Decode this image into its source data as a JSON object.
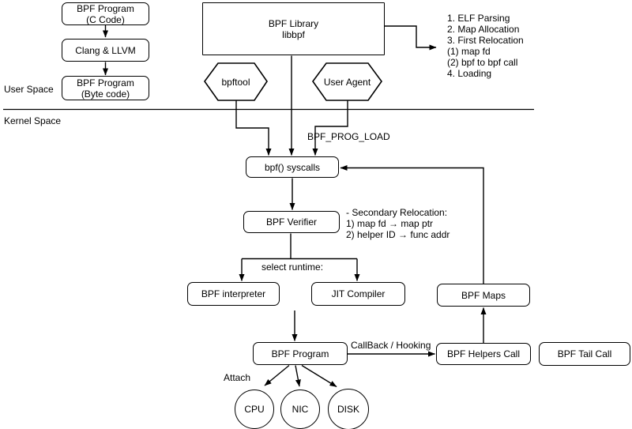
{
  "diagram": {
    "colors": {
      "stroke": "#000000",
      "background": "#ffffff",
      "text": "#000000"
    },
    "regions": {
      "user_space_label": "User Space",
      "kernel_space_label": "Kernel Space"
    },
    "boxes": {
      "c_program": {
        "line1": "BPF Program",
        "line2": "(C Code)"
      },
      "clang": {
        "label": "Clang & LLVM"
      },
      "byte_program": {
        "line1": "BPF Program",
        "line2": "(Byte code)"
      },
      "libbpf": {
        "line1": "BPF Library",
        "line2": "libbpf"
      },
      "syscalls": {
        "label": "bpf() syscalls"
      },
      "verifier": {
        "label": "BPF Verifier"
      },
      "interpreter": {
        "label": "BPF interpreter"
      },
      "jit": {
        "label": "JIT Compiler"
      },
      "program": {
        "label": "BPF Program"
      },
      "maps": {
        "label": "BPF Maps"
      },
      "helpers": {
        "label": "BPF Helpers Call"
      },
      "tail": {
        "label": "BPF Tail Call"
      }
    },
    "hexagons": {
      "bpftool": {
        "label": "bpftool"
      },
      "user_agent": {
        "label": "User Agent"
      }
    },
    "circles": {
      "cpu": {
        "label": "CPU"
      },
      "nic": {
        "label": "NIC"
      },
      "disk": {
        "label": "DISK"
      }
    },
    "edge_labels": {
      "bpf_prog_load": "BPF_PROG_LOAD",
      "select_runtime": "select runtime:",
      "callback_hooking": "CallBack / Hooking",
      "attach": "Attach"
    },
    "notes": {
      "loading_steps": [
        "1. ELF Parsing",
        "2. Map Allocation",
        "3. First Relocation",
        "(1) map fd",
        "(2) bpf to bpf call",
        "4. Loading"
      ],
      "secondary_relocation": [
        "- Secondary Relocation:",
        "1) map fd → map ptr",
        "2) helper ID → func addr"
      ]
    }
  }
}
